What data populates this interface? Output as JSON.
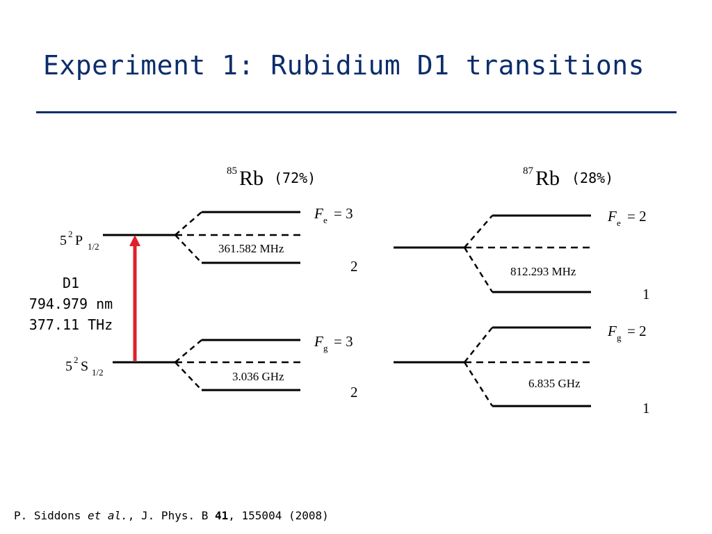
{
  "title": "Experiment 1: Rubidium D1 transitions",
  "rb85": {
    "mass": "85",
    "symbol": "Rb",
    "abundance": "(72%)",
    "excited_state": {
      "n": "5",
      "sup": "2",
      "letter": "P",
      "sub": "1/2"
    },
    "ground_state": {
      "n": "5",
      "sup": "2",
      "letter": "S",
      "sub": "1/2"
    },
    "fe_label": "F",
    "fe_sub": "e",
    "fe_upper": "= 3",
    "fe_lower": "2",
    "excited_splitting": "361.582 MHz",
    "fg_label": "F",
    "fg_sub": "g",
    "fg_upper": "= 3",
    "fg_lower": "2",
    "ground_splitting": "3.036 GHz"
  },
  "rb87": {
    "mass": "87",
    "symbol": "Rb",
    "abundance": "(28%)",
    "fe_label": "F",
    "fe_sub": "e",
    "fe_upper": "= 2",
    "fe_lower": "1",
    "excited_splitting": "812.293 MHz",
    "fg_label": "F",
    "fg_sub": "g",
    "fg_upper": "= 2",
    "fg_lower": "1",
    "ground_splitting": "6.835 GHz"
  },
  "d1": {
    "label": "D1",
    "wavelength": "794.979 nm",
    "frequency": "377.11 THz"
  },
  "citation": {
    "authors": "P. Siddons",
    "etal": "et al.",
    "journal": ", J. Phys. B ",
    "volume": "41",
    "rest": ", 155004 (2008)"
  },
  "colors": {
    "title": "#0b2d6b",
    "transition_arrow": "#e0202a"
  }
}
